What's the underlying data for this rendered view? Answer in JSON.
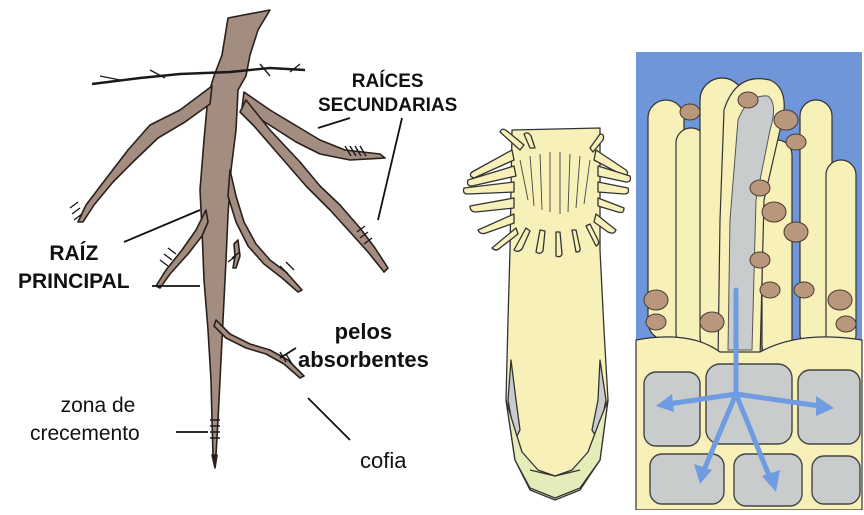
{
  "labels": {
    "secondary_roots_line1": "RAÍCES",
    "secondary_roots_line2": "SECUNDARIAS",
    "main_root_line1": "RAÍZ",
    "main_root_line2": "PRINCIPAL",
    "root_hairs_line1": "pelos",
    "root_hairs_line2": "absorbentes",
    "growth_zone_line1": "zona de",
    "growth_zone_line2": "crecemento",
    "root_cap": "cofia"
  },
  "colors": {
    "root_brown": "#a38c80",
    "root_outline": "#2a201b",
    "hair_cream": "#f7f0b9",
    "cell_gray": "#c9cccd",
    "cytoplasm_blue": "#6f96d8",
    "soil_particle": "#b9977d",
    "arrow_blue": "#6f9be0",
    "background_blue": "#6f96d8"
  }
}
